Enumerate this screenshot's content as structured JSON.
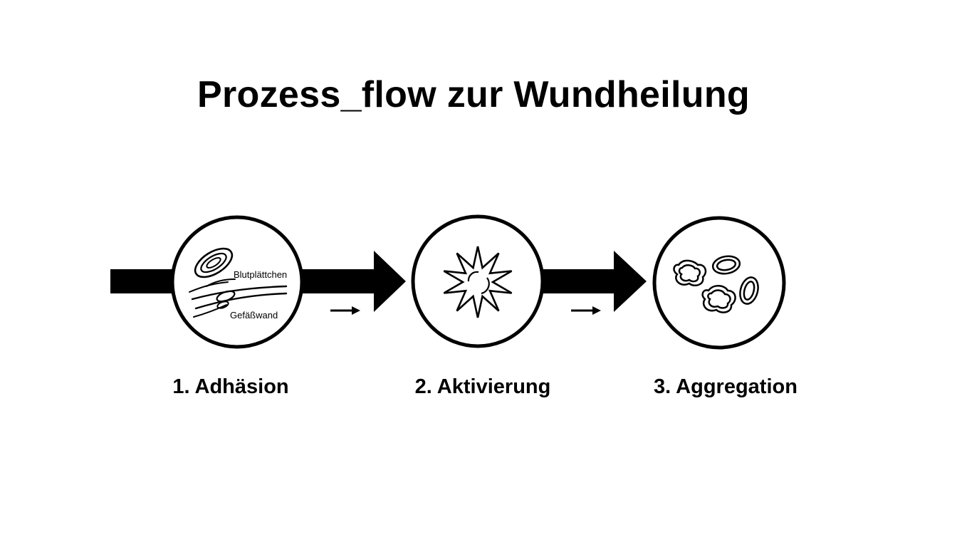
{
  "diagram": {
    "title": "Prozess_flow zur Wundheilung",
    "stages": [
      {
        "label": "1. Adhäsion",
        "icon": "platelet-adhesion-icon",
        "icon_labels": {
          "platelets": "Blutplättchen",
          "vessel_wall": "Gefäßwand"
        }
      },
      {
        "label": "2. Aktivierung",
        "icon": "activated-platelet-star-icon"
      },
      {
        "label": "3. Aggregation",
        "icon": "platelet-cluster-icon"
      }
    ],
    "colors": {
      "stroke": "#000000",
      "background": "#ffffff"
    }
  }
}
